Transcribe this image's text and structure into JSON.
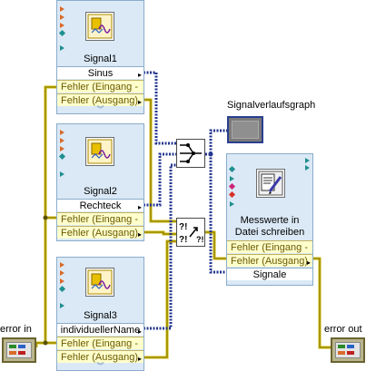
{
  "nodes": {
    "signal1": {
      "title": "Signal1",
      "output": "Sinus",
      "error_in": "Fehler (Eingang -",
      "error_out": "Fehler (Ausgang)"
    },
    "signal2": {
      "title": "Signal2",
      "output": "Rechteck",
      "error_in": "Fehler (Eingang -",
      "error_out": "Fehler (Ausgang)"
    },
    "signal3": {
      "title": "Signal3",
      "output": "individuellerName",
      "error_in": "Fehler (Eingang -",
      "error_out": "Fehler (Ausgang)"
    },
    "write": {
      "title_line1": "Messwerte in",
      "title_line2": "Datei schreiben",
      "error_in": "Fehler (Eingang -",
      "error_out": "Fehler (Ausgang)",
      "input": "Signale"
    }
  },
  "terminals": {
    "graph_label": "Signalverlaufsgraph",
    "error_in_label": "error in",
    "error_out_label": "error out"
  },
  "icons": {
    "signal_icon": "signal-generator-icon",
    "write_icon": "write-to-file-icon",
    "merge_icon": "merge-signals-icon",
    "merge_errors_icon": "merge-errors-icon"
  },
  "colors": {
    "express_bg": "#dbe9f6",
    "error_wire": "#c8b400",
    "signal_wire": "#23358f",
    "error_bg": "#ffffcc"
  }
}
